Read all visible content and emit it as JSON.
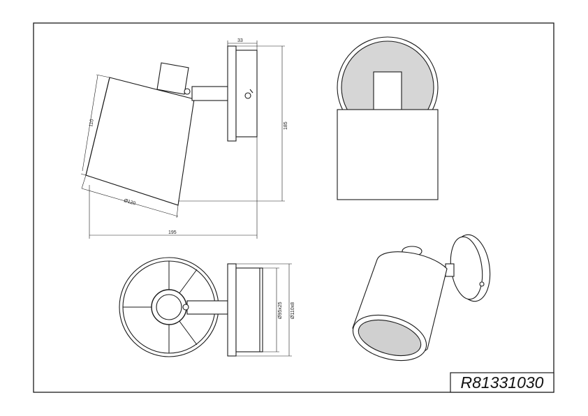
{
  "product_code": "R81331030",
  "dimensions": {
    "depth_plate": "33",
    "height_total": "185",
    "shade_height": "110",
    "shade_diameter": "Ø120",
    "projection": "195",
    "plate_diameter": "Ø95x25",
    "canopy_diameter": "Ø110x8"
  },
  "colors": {
    "line": "#1a1a1a",
    "shade_fill": "#cfcfcf"
  }
}
